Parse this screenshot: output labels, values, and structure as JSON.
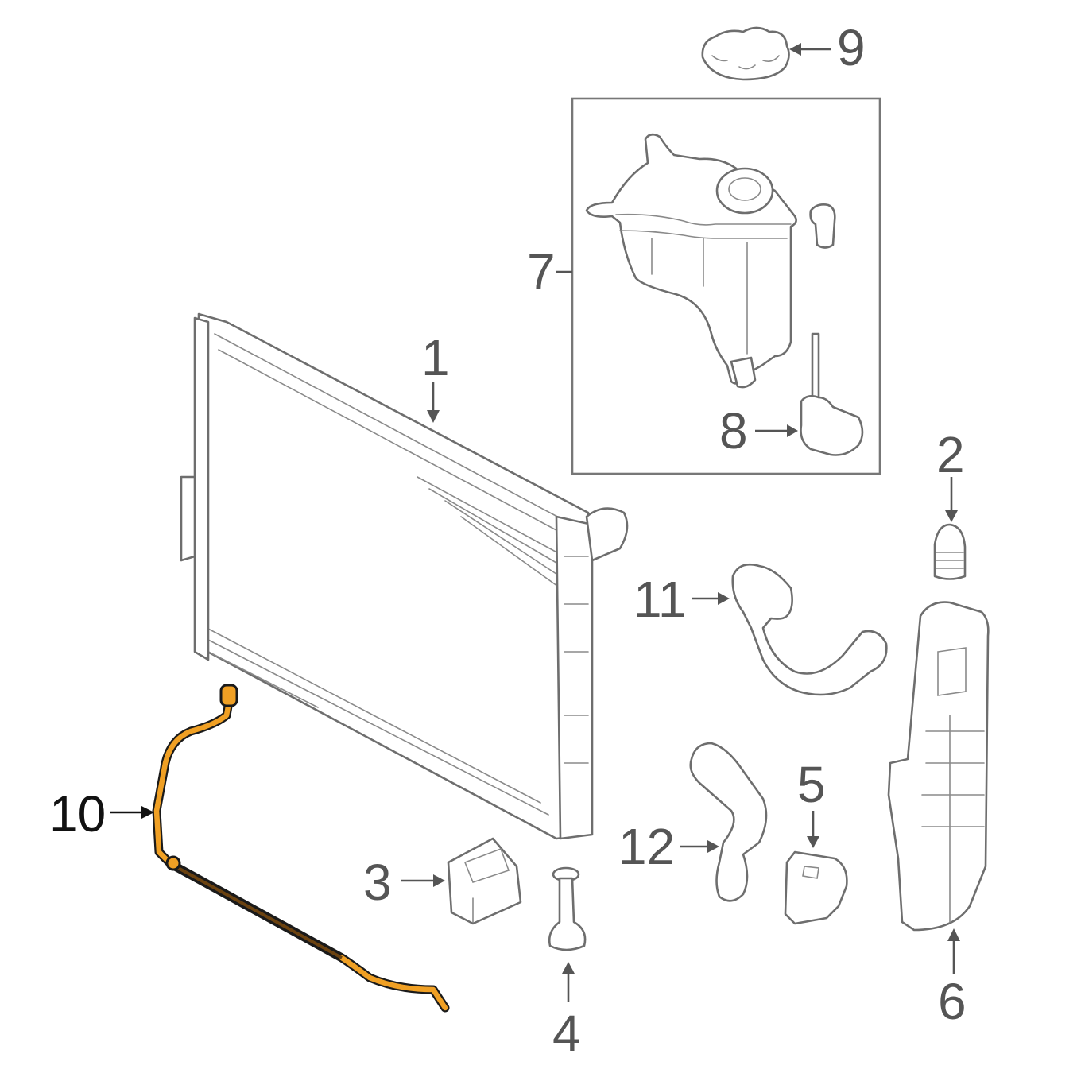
{
  "diagram": {
    "subject": "Radiator cooling system exploded parts diagram",
    "highlight_color": "#F0A024",
    "line_color": "#6E6E6E",
    "callouts": [
      {
        "id": "1",
        "label": "1",
        "part": "radiator"
      },
      {
        "id": "2",
        "label": "2",
        "part": "mount-grommet"
      },
      {
        "id": "3",
        "label": "3",
        "part": "lower-bracket"
      },
      {
        "id": "4",
        "label": "4",
        "part": "drain-plug"
      },
      {
        "id": "5",
        "label": "5",
        "part": "mount-block"
      },
      {
        "id": "6",
        "label": "6",
        "part": "air-deflector"
      },
      {
        "id": "7",
        "label": "7",
        "part": "expansion-tank"
      },
      {
        "id": "8",
        "label": "8",
        "part": "level-sensor"
      },
      {
        "id": "9",
        "label": "9",
        "part": "tank-cap"
      },
      {
        "id": "10",
        "label": "10",
        "part": "overflow-hose",
        "highlighted": true
      },
      {
        "id": "11",
        "label": "11",
        "part": "upper-hose"
      },
      {
        "id": "12",
        "label": "12",
        "part": "lower-hose"
      }
    ]
  }
}
